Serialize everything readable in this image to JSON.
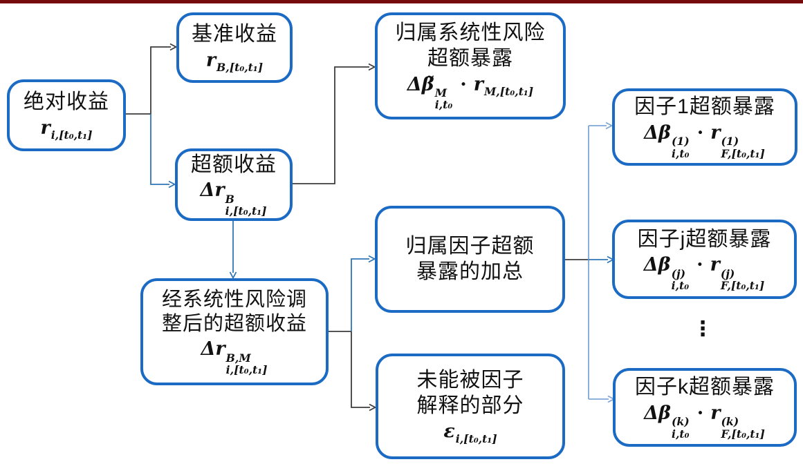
{
  "colors": {
    "box_border": "#1b6ac4",
    "line_black": "#3c3c3c",
    "line_blue": "#2e75b6",
    "line_lightblue": "#7ea6d8",
    "topbar": "#750b0b"
  },
  "ellipsis": "⋮",
  "nodes": {
    "absolute": {
      "lines": [
        "绝对收益"
      ],
      "formula": [
        {
          "t": "r"
        },
        {
          "sub": "i,[t₀,t₁]"
        }
      ]
    },
    "benchmark": {
      "lines": [
        "基准收益"
      ],
      "formula": [
        {
          "t": "r"
        },
        {
          "sub": "B,[t₀,t₁]"
        }
      ]
    },
    "excess": {
      "lines": [
        "超额收益"
      ],
      "formula": [
        {
          "t": "Δr"
        },
        {
          "sup": "B",
          "sub": "i,[t₀,t₁]"
        }
      ]
    },
    "systematic": {
      "lines": [
        "归属系统性风险",
        "超额暴露"
      ],
      "formula": [
        {
          "t": "Δβ̃"
        },
        {
          "sup": "M",
          "sub": "i,t₀"
        },
        {
          "t": " ⋅ r"
        },
        {
          "sub": "M,[t₀,t₁]"
        }
      ]
    },
    "adjusted": {
      "lines": [
        "经系统性风险调",
        "整后的超额收益"
      ],
      "formula": [
        {
          "t": "Δr"
        },
        {
          "sup": "B,M",
          "sub": "i,[t₀,t₁]"
        }
      ]
    },
    "factorsum": {
      "lines": [
        "归属因子超额",
        "暴露的加总"
      ],
      "formula": []
    },
    "unexplained": {
      "lines": [
        "未能被因子",
        "解释的部分"
      ],
      "formula": [
        {
          "t": "ε"
        },
        {
          "sub": "i,[t₀,t₁]"
        }
      ]
    },
    "factor1": {
      "lines": [
        "因子1超额暴露"
      ],
      "formula": [
        {
          "t": "Δβ"
        },
        {
          "sup": "(1)",
          "sub": "i,t₀"
        },
        {
          "t": " ⋅ r"
        },
        {
          "sup": "(1)",
          "sub": "F,[t₀,t₁]"
        }
      ]
    },
    "factorj": {
      "lines": [
        "因子j超额暴露"
      ],
      "formula": [
        {
          "t": "Δβ"
        },
        {
          "sup": "(j)",
          "sub": "i,t₀"
        },
        {
          "t": " ⋅ r"
        },
        {
          "sup": "(j)",
          "sub": "F,[t₀,t₁]"
        }
      ]
    },
    "factork": {
      "lines": [
        "因子k超额暴露"
      ],
      "formula": [
        {
          "t": "Δβ"
        },
        {
          "sup": "(k)",
          "sub": "i,t₀"
        },
        {
          "t": " ⋅ r"
        },
        {
          "sup": "(k)",
          "sub": "F,[t₀,t₁]"
        }
      ]
    }
  }
}
